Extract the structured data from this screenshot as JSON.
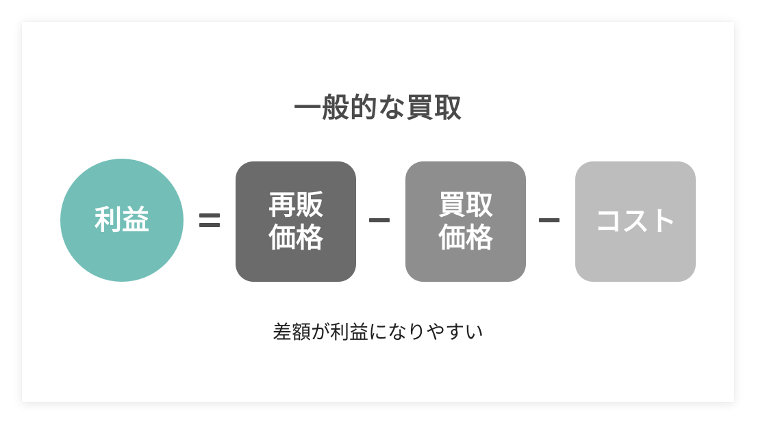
{
  "title": "一般的な買取",
  "formula": {
    "result": "利益",
    "equals_symbol": "=",
    "minus_symbol": "−",
    "terms": [
      {
        "lines": [
          "再販",
          "価格"
        ],
        "color": "#6b6b6b"
      },
      {
        "lines": [
          "買取",
          "価格"
        ],
        "color": "#8e8e8e"
      },
      {
        "lines": [
          "コスト"
        ],
        "color": "#bdbdbd"
      }
    ],
    "result_color": "#73bfb8"
  },
  "caption": "差額が利益になりやすい"
}
